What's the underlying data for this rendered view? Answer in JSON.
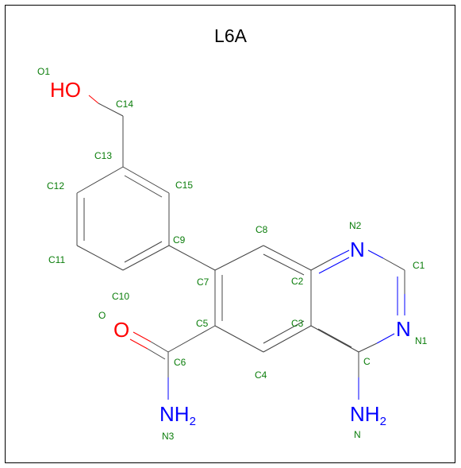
{
  "title": "L6A",
  "colors": {
    "bond": "#444444",
    "oxygen": "#ff0000",
    "nitrogen": "#0000ff",
    "atom_label": "#0a7d0a"
  },
  "element_labels": {
    "hydroxyl": "HO",
    "carbonyl_oxygen": "O",
    "ring_nitrogen_top": "N",
    "ring_nitrogen_right": "N",
    "amide_nh": "NH",
    "amide_sub": "2",
    "amine_nh": "NH",
    "amine_sub": "2"
  },
  "atom_names": {
    "O1": "O1",
    "C14": "C14",
    "C13": "C13",
    "C12": "C12",
    "C15": "C15",
    "C9": "C9",
    "C11": "C11",
    "C10": "C10",
    "C7": "C7",
    "C8": "C8",
    "N2": "N2",
    "C2": "C2",
    "C1": "C1",
    "O": "O",
    "C5": "C5",
    "C3": "C3",
    "N1": "N1",
    "C6": "C6",
    "C4": "C4",
    "C": "C",
    "N3": "N3",
    "N": "N"
  }
}
